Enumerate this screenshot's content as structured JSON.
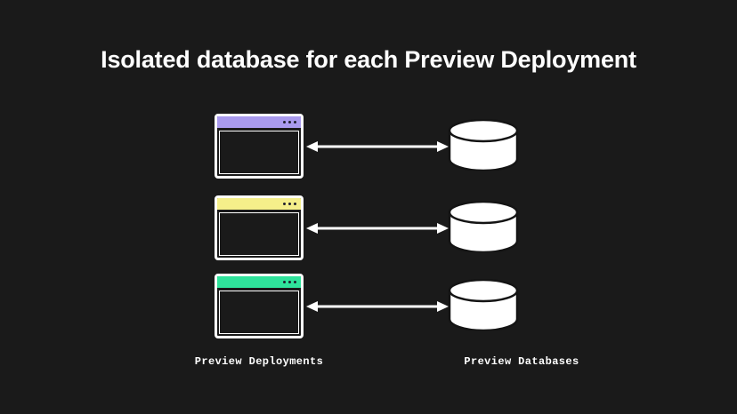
{
  "slide": {
    "background_color": "#1a1a1a",
    "title": "Isolated database for each Preview Deployment",
    "title_color": "#ffffff"
  },
  "diagram": {
    "type": "mapping",
    "arrow_style": "double-headed",
    "arrow_color": "#ffffff",
    "rows": [
      {
        "deployment": {
          "icon": "browser-window-icon",
          "titlebar_color": "#a99aee",
          "dot_count": 3,
          "dot_color": "#1f1f2e"
        },
        "link": {
          "icon": "double-arrow-icon"
        },
        "database": {
          "icon": "database-cylinder-icon",
          "fill_color": "#ffffff",
          "stroke_color": "#111111"
        }
      },
      {
        "deployment": {
          "icon": "browser-window-icon",
          "titlebar_color": "#f5ef8a",
          "dot_count": 3,
          "dot_color": "#1f1f2e"
        },
        "link": {
          "icon": "double-arrow-icon"
        },
        "database": {
          "icon": "database-cylinder-icon",
          "fill_color": "#ffffff",
          "stroke_color": "#111111"
        }
      },
      {
        "deployment": {
          "icon": "browser-window-icon",
          "titlebar_color": "#2fe39b",
          "dot_count": 3,
          "dot_color": "#1f1f2e"
        },
        "link": {
          "icon": "double-arrow-icon"
        },
        "database": {
          "icon": "database-cylinder-icon",
          "fill_color": "#ffffff",
          "stroke_color": "#111111"
        }
      }
    ],
    "captions": {
      "left": "Preview Deployments",
      "right": "Preview Databases"
    }
  }
}
